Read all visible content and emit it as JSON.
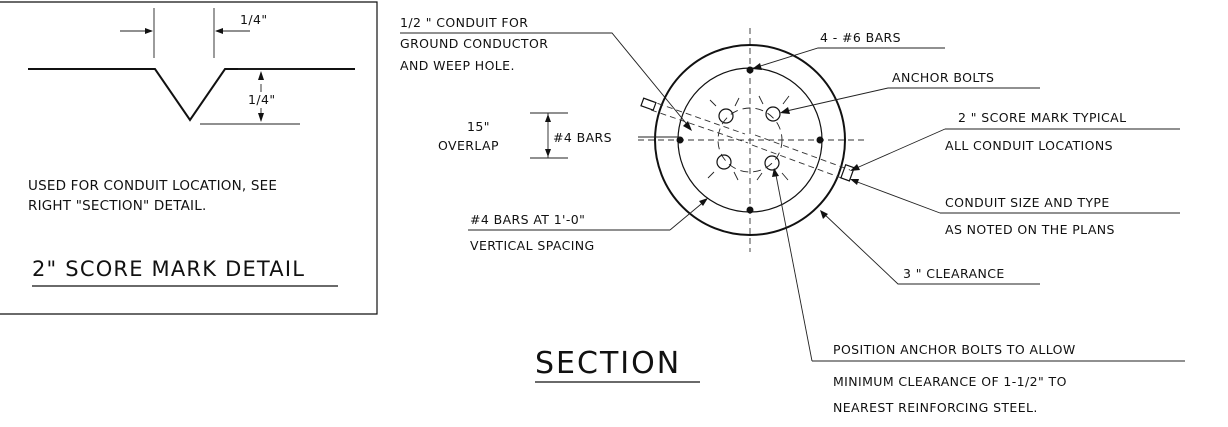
{
  "score_mark_detail": {
    "dim_width": "1/4\"",
    "dim_depth": "1/4\"",
    "note_line1": "USED FOR CONDUIT LOCATION, SEE",
    "note_line2": "RIGHT   \"SECTION\" DETAIL.",
    "title": "2\" SCORE MARK DETAIL"
  },
  "section": {
    "title": "SECTION",
    "labels": {
      "conduit_ground_line1": "1/2 \" CONDUIT FOR",
      "conduit_ground_line2": "GROUND CONDUCTOR",
      "conduit_ground_line3": "AND WEEP HOLE.",
      "bars_6": "4 - #6 BARS",
      "anchor_bolts": "ANCHOR BOLTS",
      "score_mark_line1": "2 \" SCORE MARK TYPICAL",
      "score_mark_line2": "ALL CONDUIT LOCATIONS",
      "overlap_value": "15\"",
      "overlap_label": "OVERLAP",
      "bars_4": "#4 BARS",
      "conduit_size_line1": "CONDUIT SIZE AND TYPE",
      "conduit_size_line2": "AS NOTED ON THE PLANS",
      "spacing_line1": "#4 BARS AT 1'-0\"",
      "spacing_line2": "VERTICAL SPACING",
      "clearance": "3 \" CLEARANCE",
      "position_line1": "POSITION ANCHOR BOLTS TO ALLOW",
      "position_line2": "MINIMUM CLEARANCE OF 1-1/2\" TO",
      "position_line3": "NEAREST REINFORCING STEEL."
    }
  }
}
